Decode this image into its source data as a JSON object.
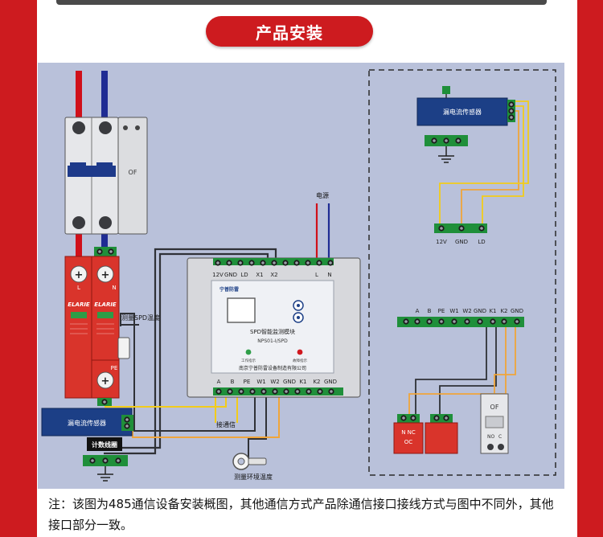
{
  "header": {
    "title": "产品安装"
  },
  "diagram": {
    "power_label": "电源",
    "breaker_label": "OF",
    "spd": {
      "brand": "ELARIE",
      "brand2": "ELARIE",
      "terminal_l": "L",
      "terminal_n": "N",
      "terminal_pe": "PE",
      "measure_label": "测量SPD温度"
    },
    "leak_sensor_label": "漏电流传感器",
    "counter_coil_label": "计数线圈",
    "module": {
      "top_terminals": [
        "12V",
        "GND",
        "LD",
        "X1",
        "X2",
        "L",
        "N"
      ],
      "brand": "宁普防雷",
      "name": "SPD智能监测模块",
      "model": "NPS01-I/SPD",
      "led_work": "工作指示",
      "led_alarm": "故障指示",
      "company": "南京宁普防雷设备制造有限公司",
      "bottom_terminals": [
        "A",
        "B",
        "PE",
        "W1",
        "W2",
        "GND",
        "K1",
        "K2",
        "GND"
      ]
    },
    "comm_label": "接通信",
    "env_temp_label": "测量环境温度",
    "right_sensor_label": "漏电流传感器",
    "right_sensor_terminals": [
      "12V",
      "GND",
      "LD"
    ],
    "right_row_terminals": [
      "A",
      "B",
      "PE",
      "W1",
      "W2",
      "GND",
      "K1",
      "K2",
      "GND"
    ],
    "nnc_label": "N NC",
    "oc_label": "OC",
    "of_label": "OF",
    "no_label": "NO",
    "c_label": "C"
  },
  "note": {
    "text": "注：该图为485通信设备安装概图，其他通信方式产品除通信接口接线方式与图中不同外，其他接口部分一致。"
  },
  "colors": {
    "frame": "#cd1b1f",
    "panel": "#b9c1da",
    "spd_red": "#d9342b",
    "terminal_green": "#1f8f3a",
    "sensor_blue": "#1c3f86"
  }
}
